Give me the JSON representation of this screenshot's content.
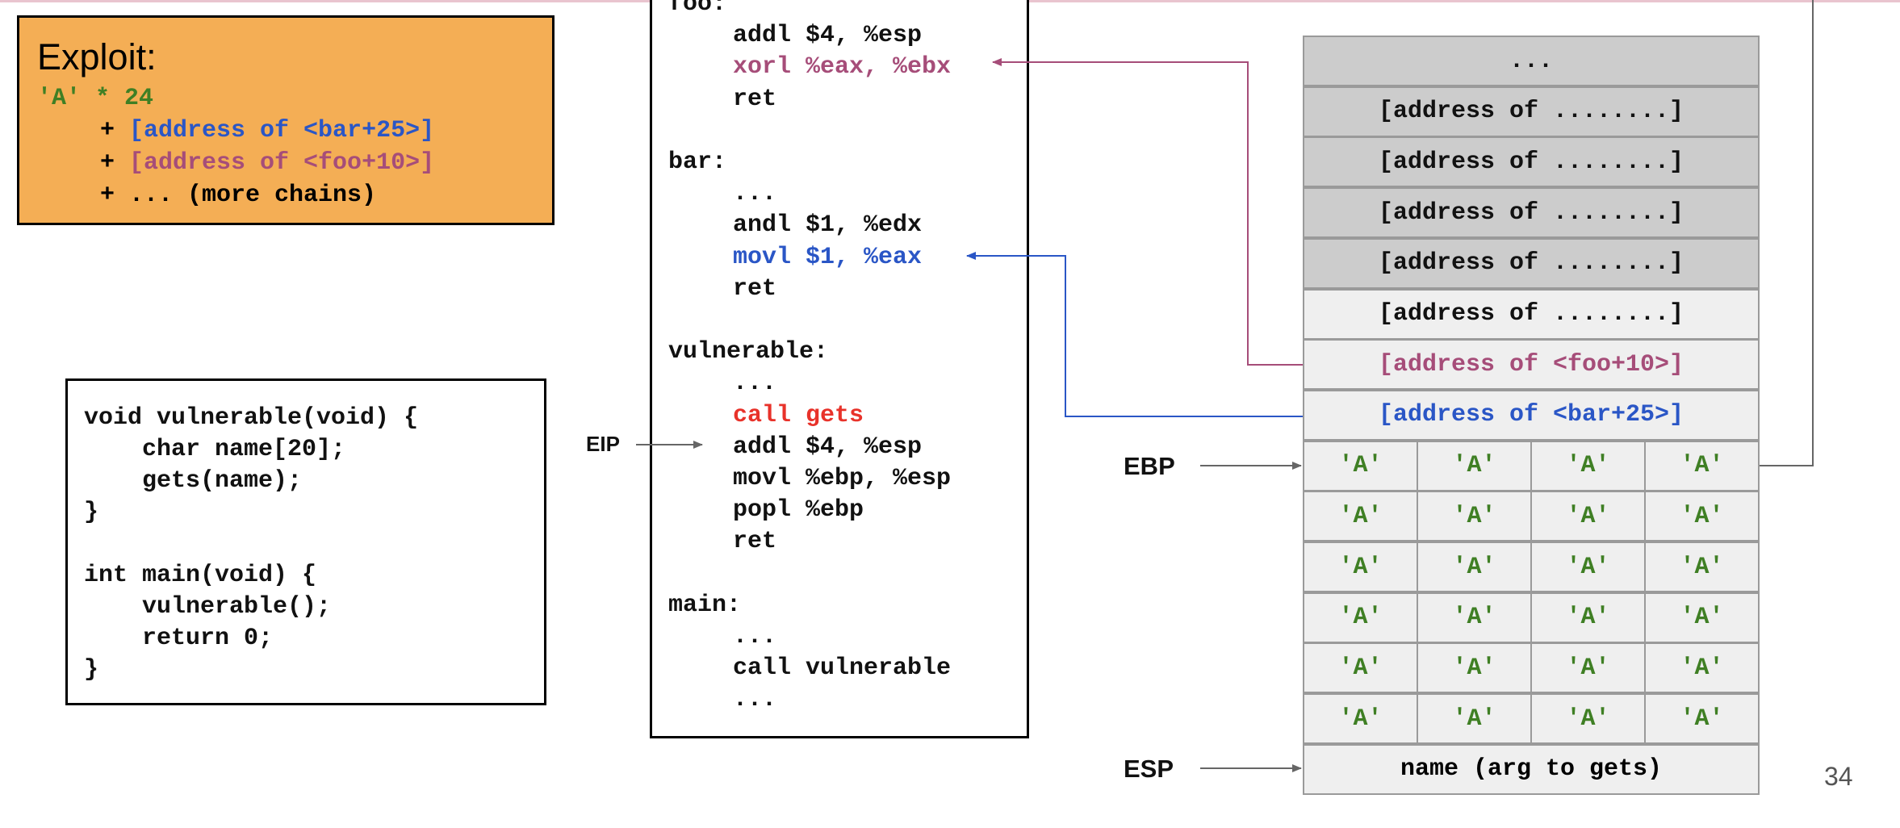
{
  "colors": {
    "green": "#3f7f24",
    "blue": "#2a56c6",
    "purple": "#a64d79",
    "red": "#e8322a",
    "orange": "#f4ae55"
  },
  "exploit": {
    "title": "Exploit:",
    "line1": "'A' * 24",
    "line2_plus": "+ ",
    "line2_addr": "[address of <bar+25>]",
    "line3_plus": "+ ",
    "line3_addr": "[address of <foo+10>]",
    "line4": "+ ... (more chains)"
  },
  "c_code": {
    "lines": [
      "void vulnerable(void) {",
      "    char name[20];",
      "    gets(name);",
      "}",
      "",
      "int main(void) {",
      "    vulnerable();",
      "    return 0;",
      "}"
    ]
  },
  "asm": {
    "lines": [
      {
        "text": "foo:",
        "color": "#111111",
        "indent": false
      },
      {
        "text": "addl $4, %esp",
        "color": "#111111",
        "indent": true
      },
      {
        "text": "xorl %eax, %ebx",
        "color": "#a64d79",
        "indent": true
      },
      {
        "text": "ret",
        "color": "#111111",
        "indent": true
      },
      {
        "text": "",
        "color": "#111111",
        "indent": false
      },
      {
        "text": "bar:",
        "color": "#111111",
        "indent": false
      },
      {
        "text": "...",
        "color": "#111111",
        "indent": true
      },
      {
        "text": "andl $1, %edx",
        "color": "#111111",
        "indent": true
      },
      {
        "text": "movl $1, %eax",
        "color": "#2a56c6",
        "indent": true
      },
      {
        "text": "ret",
        "color": "#111111",
        "indent": true
      },
      {
        "text": "",
        "color": "#111111",
        "indent": false
      },
      {
        "text": "vulnerable:",
        "color": "#111111",
        "indent": false
      },
      {
        "text": "...",
        "color": "#111111",
        "indent": true
      },
      {
        "text": "call gets",
        "color": "#e8322a",
        "indent": true
      },
      {
        "text": "addl $4, %esp",
        "color": "#111111",
        "indent": true
      },
      {
        "text": "movl %ebp, %esp",
        "color": "#111111",
        "indent": true
      },
      {
        "text": "popl %ebp",
        "color": "#111111",
        "indent": true
      },
      {
        "text": "ret",
        "color": "#111111",
        "indent": true
      },
      {
        "text": "",
        "color": "#111111",
        "indent": false
      },
      {
        "text": "main:",
        "color": "#111111",
        "indent": false
      },
      {
        "text": "...",
        "color": "#111111",
        "indent": true
      },
      {
        "text": "call vulnerable",
        "color": "#111111",
        "indent": true
      },
      {
        "text": "...",
        "color": "#111111",
        "indent": true
      }
    ]
  },
  "labels": {
    "eip": "EIP",
    "ebp": "EBP",
    "esp": "ESP"
  },
  "stack": {
    "rows": [
      {
        "text": "...",
        "style": "dark",
        "color": "#111111"
      },
      {
        "text": "[address of ........]",
        "style": "dark",
        "color": "#111111"
      },
      {
        "text": "[address of ........]",
        "style": "dark",
        "color": "#111111"
      },
      {
        "text": "[address of ........]",
        "style": "dark",
        "color": "#111111"
      },
      {
        "text": "[address of ........]",
        "style": "dark",
        "color": "#111111"
      },
      {
        "text": "[address of ........]",
        "style": "light",
        "color": "#111111"
      },
      {
        "text": "[address of <foo+10>]",
        "style": "light",
        "color": "#a64d79"
      },
      {
        "text": "[address of <bar+25>]",
        "style": "light",
        "color": "#2a56c6"
      }
    ],
    "a_rows": [
      [
        "'A'",
        "'A'",
        "'A'",
        "'A'"
      ],
      [
        "'A'",
        "'A'",
        "'A'",
        "'A'"
      ],
      [
        "'A'",
        "'A'",
        "'A'",
        "'A'"
      ],
      [
        "'A'",
        "'A'",
        "'A'",
        "'A'"
      ],
      [
        "'A'",
        "'A'",
        "'A'",
        "'A'"
      ],
      [
        "'A'",
        "'A'",
        "'A'",
        "'A'"
      ]
    ],
    "bottom": "name (arg to gets)"
  },
  "page_number": "34"
}
